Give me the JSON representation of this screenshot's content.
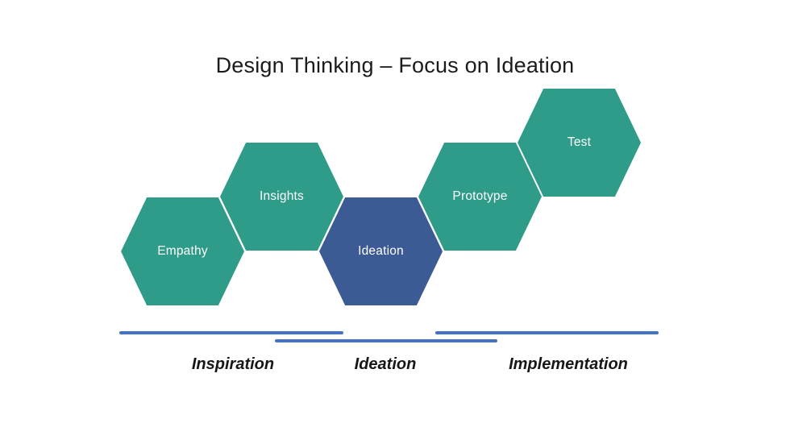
{
  "slide": {
    "title": "Design Thinking – Focus on Ideation"
  },
  "colors": {
    "background": "#FFFFFF",
    "hexagon_teal": "#2E9C88",
    "hexagon_navy": "#3C5A94",
    "phase_line_blue": "#4472C4",
    "title_text": "#1B1B1B",
    "phase_label_text": "#171717",
    "hexagon_label_text": "#FFFFFF"
  },
  "hexagons": [
    {
      "label": "Empathy",
      "color": "teal"
    },
    {
      "label": "Insights",
      "color": "teal"
    },
    {
      "label": "Ideation",
      "color": "navy"
    },
    {
      "label": "Prototype",
      "color": "teal"
    },
    {
      "label": "Test",
      "color": "teal"
    }
  ],
  "phases": [
    {
      "label": "Inspiration"
    },
    {
      "label": "Ideation"
    },
    {
      "label": "Implementation"
    }
  ]
}
